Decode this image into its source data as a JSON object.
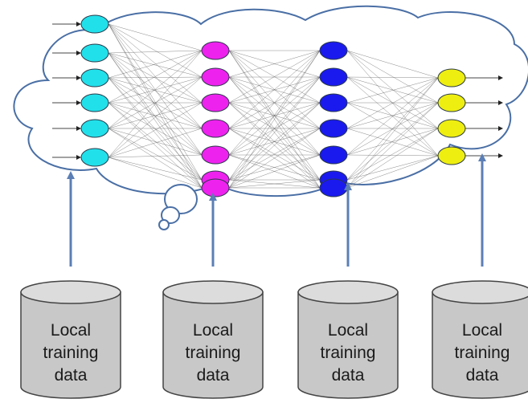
{
  "colors": {
    "cloud_fill": "#ffffff",
    "cloud_stroke": "#4a6fa5",
    "arrow": "#5b7fb5",
    "edge": "#555555",
    "neuron_stroke": "#2a3a4a",
    "db_fill": "#c8c8c8",
    "db_top": "#dcdcdc",
    "db_stroke": "#444444",
    "layers": [
      "#22e0ea",
      "#ee22ee",
      "#1a1aee",
      "#eeee11"
    ]
  },
  "network": {
    "layers": [
      {
        "name": "layer-1",
        "neurons": 6,
        "color_index": 0
      },
      {
        "name": "layer-2",
        "neurons": 7,
        "color_index": 1
      },
      {
        "name": "layer-3",
        "neurons": 7,
        "color_index": 2
      },
      {
        "name": "layer-4",
        "neurons": 4,
        "color_index": 3
      }
    ]
  },
  "databases": [
    {
      "label": [
        "Local",
        "training",
        "data"
      ]
    },
    {
      "label": [
        "Local",
        "training",
        "data"
      ]
    },
    {
      "label": [
        "Local",
        "training",
        "data"
      ]
    },
    {
      "label": [
        "Local",
        "training",
        "data"
      ]
    }
  ]
}
